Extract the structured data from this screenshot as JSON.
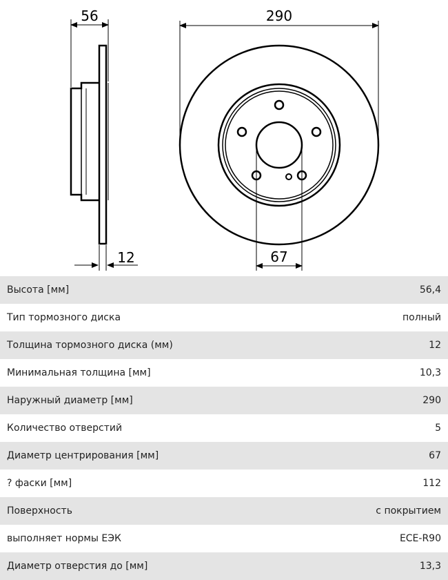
{
  "drawing": {
    "dims": {
      "thickness_total": "56",
      "outer_diameter": "290",
      "disc_thickness": "12",
      "center_bore": "67"
    }
  },
  "specs": [
    {
      "label": "Высота [мм]",
      "value": "56,4"
    },
    {
      "label": "Тип тормозного диска",
      "value": "полный"
    },
    {
      "label": "Толщина тормозного диска (мм)",
      "value": "12"
    },
    {
      "label": "Минимальная толщина [мм]",
      "value": "10,3"
    },
    {
      "label": "Наружный диаметр [мм]",
      "value": "290"
    },
    {
      "label": "Количество отверстий",
      "value": "5"
    },
    {
      "label": "Диаметр центрирования [мм]",
      "value": "67"
    },
    {
      "label": "? фаски [мм]",
      "value": "112"
    },
    {
      "label": "Поверхность",
      "value": "с покрытием"
    },
    {
      "label": "выполняет нормы ЕЭК",
      "value": "ECE-R90"
    },
    {
      "label": "Диаметр отверстия до [мм]",
      "value": "13,3"
    }
  ]
}
